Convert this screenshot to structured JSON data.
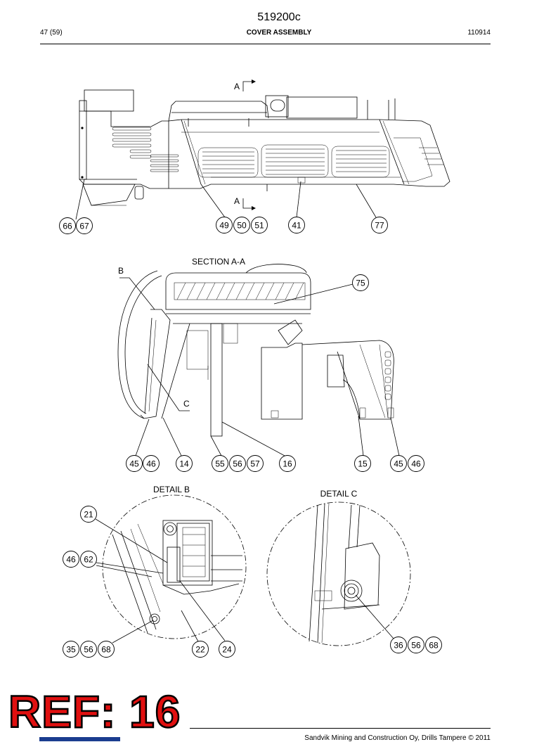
{
  "header": {
    "code": "519200c",
    "page": "47 (59)",
    "title": "COVER ASSEMBLY",
    "date": "110914"
  },
  "views": {
    "section_marker": "A",
    "section_aa_title": "SECTION A-A",
    "detail_b_title": "DETAIL B",
    "detail_c_title": "DETAIL C",
    "label_b": "B",
    "label_c": "C"
  },
  "callouts": {
    "top": [
      "66",
      "67",
      "49",
      "50",
      "51",
      "41",
      "77"
    ],
    "section": [
      "75",
      "45",
      "46",
      "14",
      "55",
      "56",
      "57",
      "16",
      "15",
      "45",
      "46"
    ],
    "detail_b": [
      "21",
      "46",
      "62",
      "35",
      "56",
      "68",
      "22",
      "24"
    ],
    "detail_c": [
      "36",
      "56",
      "68"
    ]
  },
  "footer": {
    "copyright": "Sandvik Mining and Construction Oy, Drills Tampere © 2011",
    "ref_mark": "REF: 16"
  }
}
